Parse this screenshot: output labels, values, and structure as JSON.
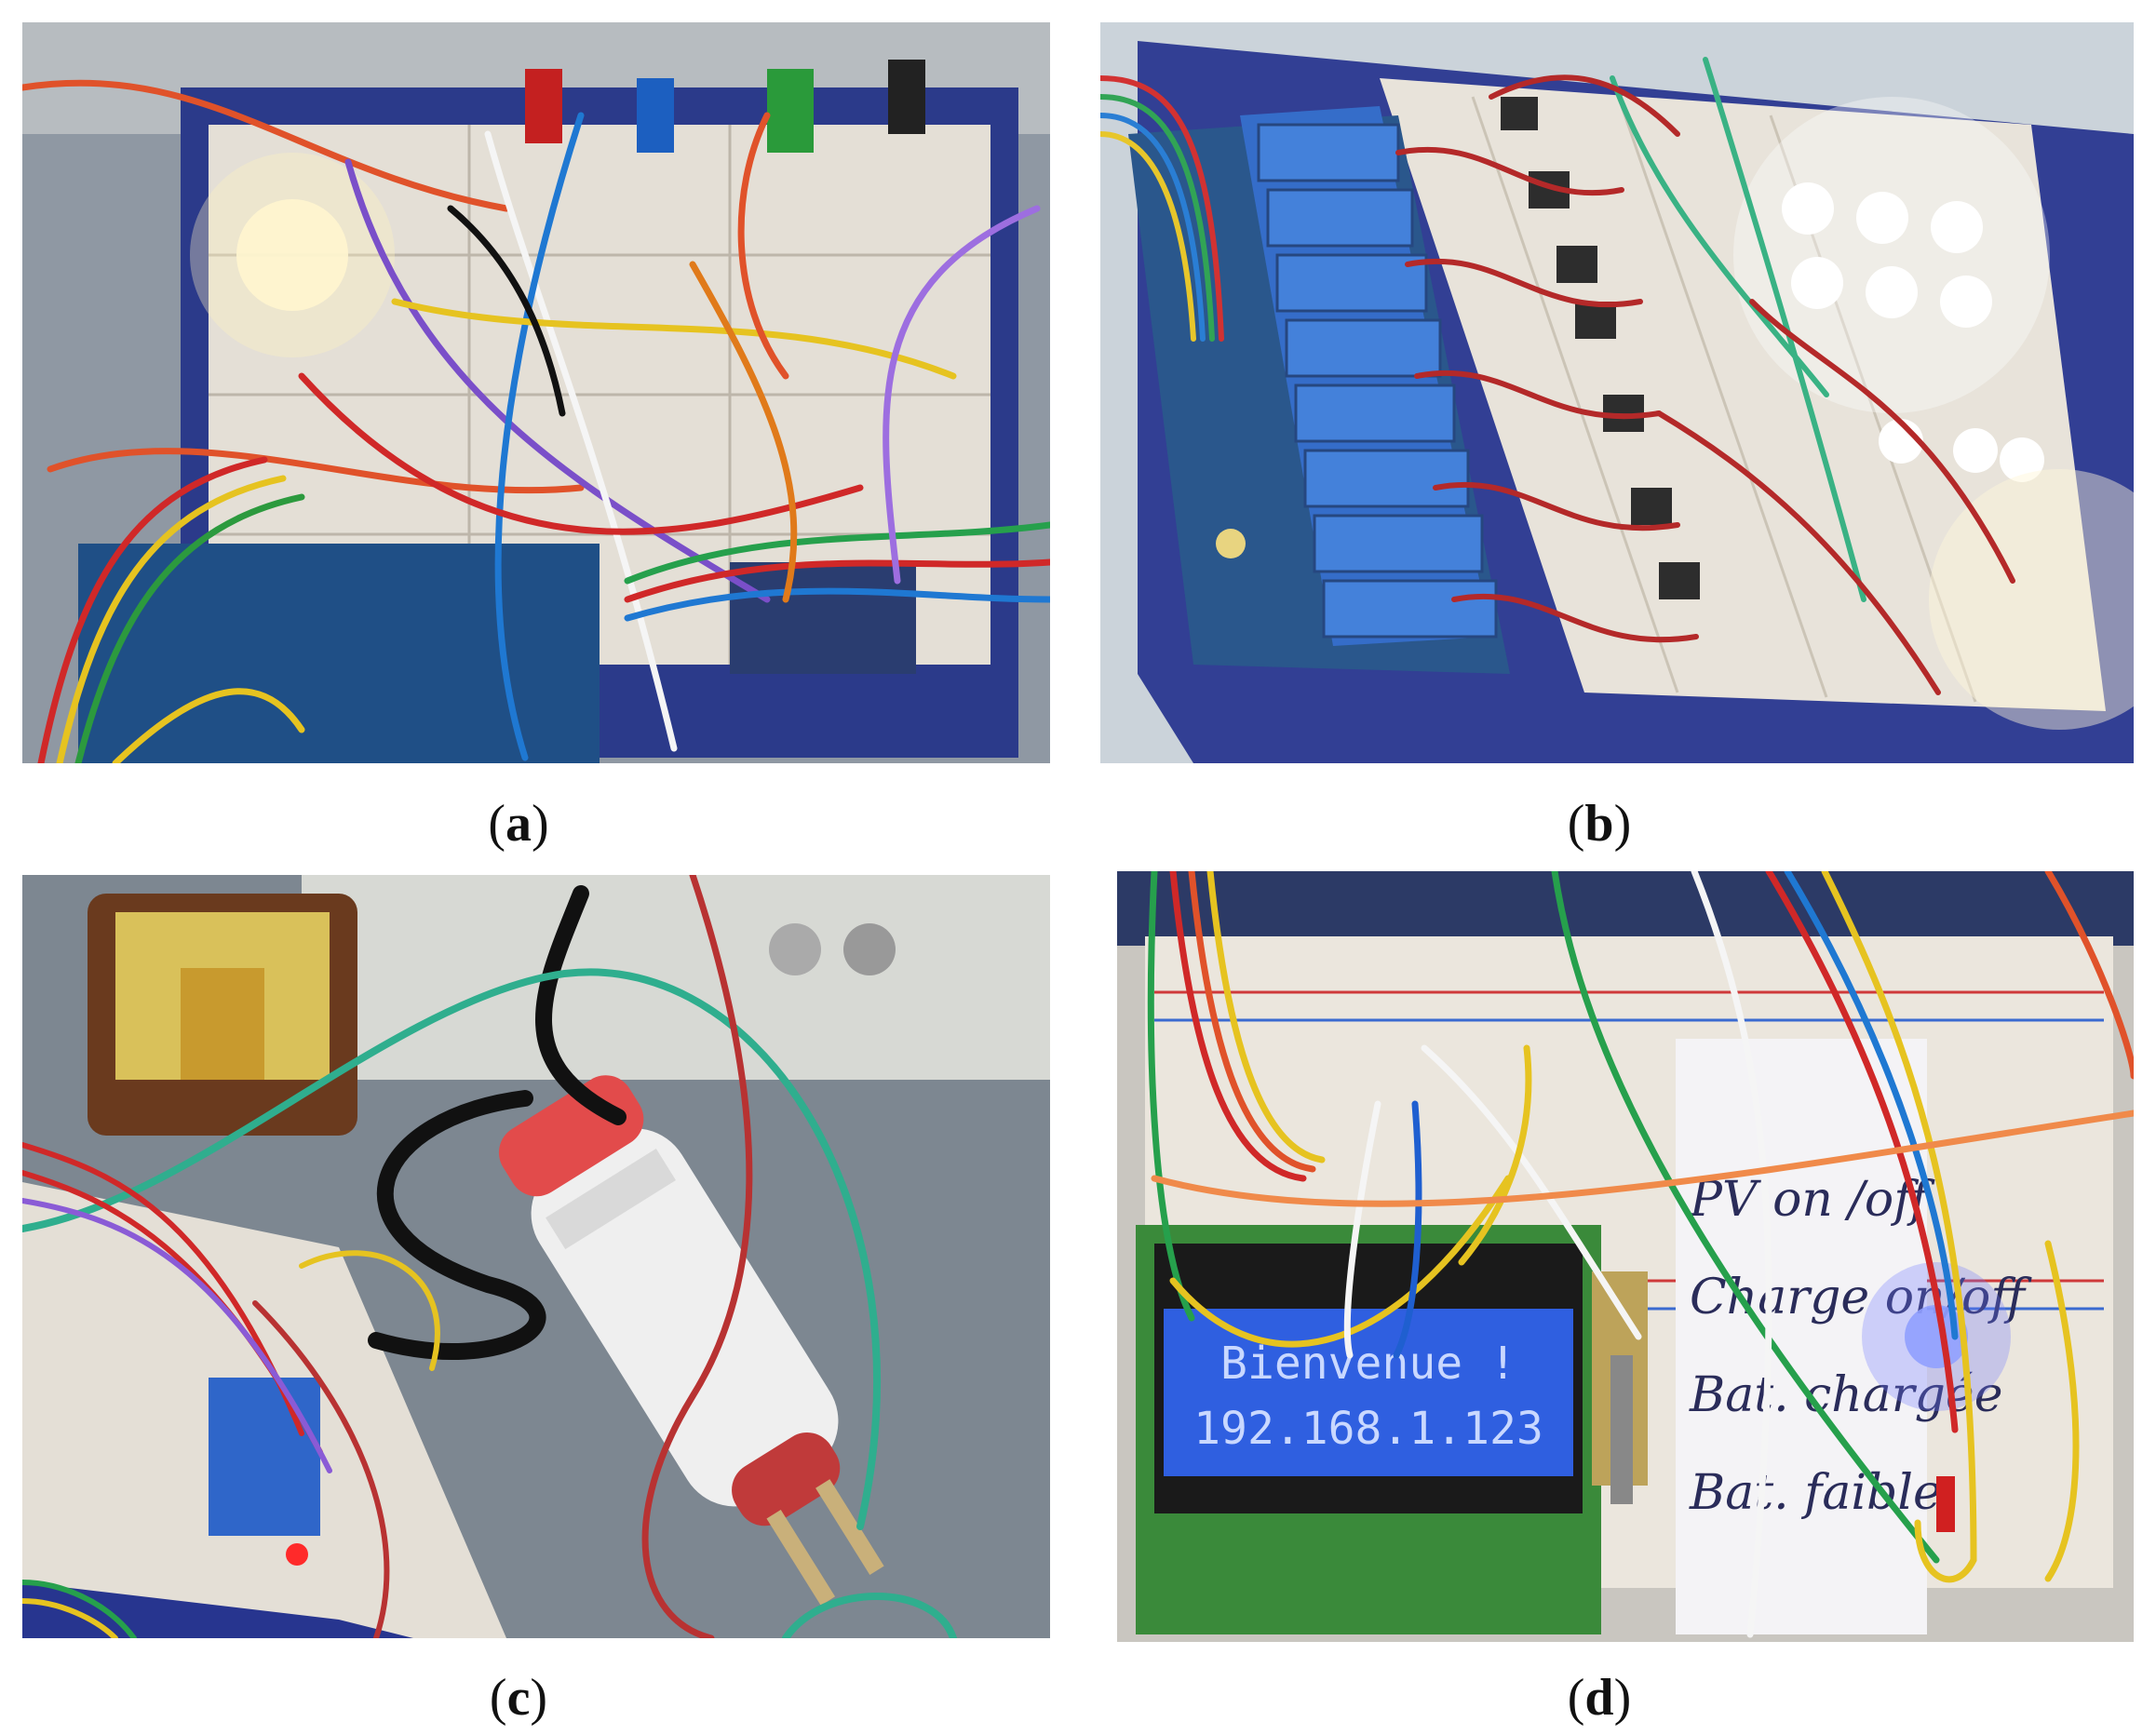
{
  "panels": [
    {
      "id": "a",
      "caption_open": "(",
      "caption_letter": "a",
      "caption_close": ")"
    },
    {
      "id": "b",
      "caption_open": "(",
      "caption_letter": "b",
      "caption_close": ")"
    },
    {
      "id": "c",
      "caption_open": "(",
      "caption_letter": "c",
      "caption_close": ")"
    },
    {
      "id": "d",
      "caption_open": "(",
      "caption_letter": "d",
      "caption_close": ")"
    }
  ],
  "lcd": {
    "line1": "Bienvenue !",
    "line2": "192.168.1.123",
    "background": "#2f5fe0"
  },
  "note": {
    "lines": [
      "PV on /off",
      "Charge on/off",
      "Bat. chargée",
      "Bat. faible"
    ]
  },
  "colors": {
    "board_blue": "#27358f",
    "breadboard": "#e9e4dc",
    "relay_blue": "#2b66c7",
    "pcb_blue": "#1f4f86"
  }
}
